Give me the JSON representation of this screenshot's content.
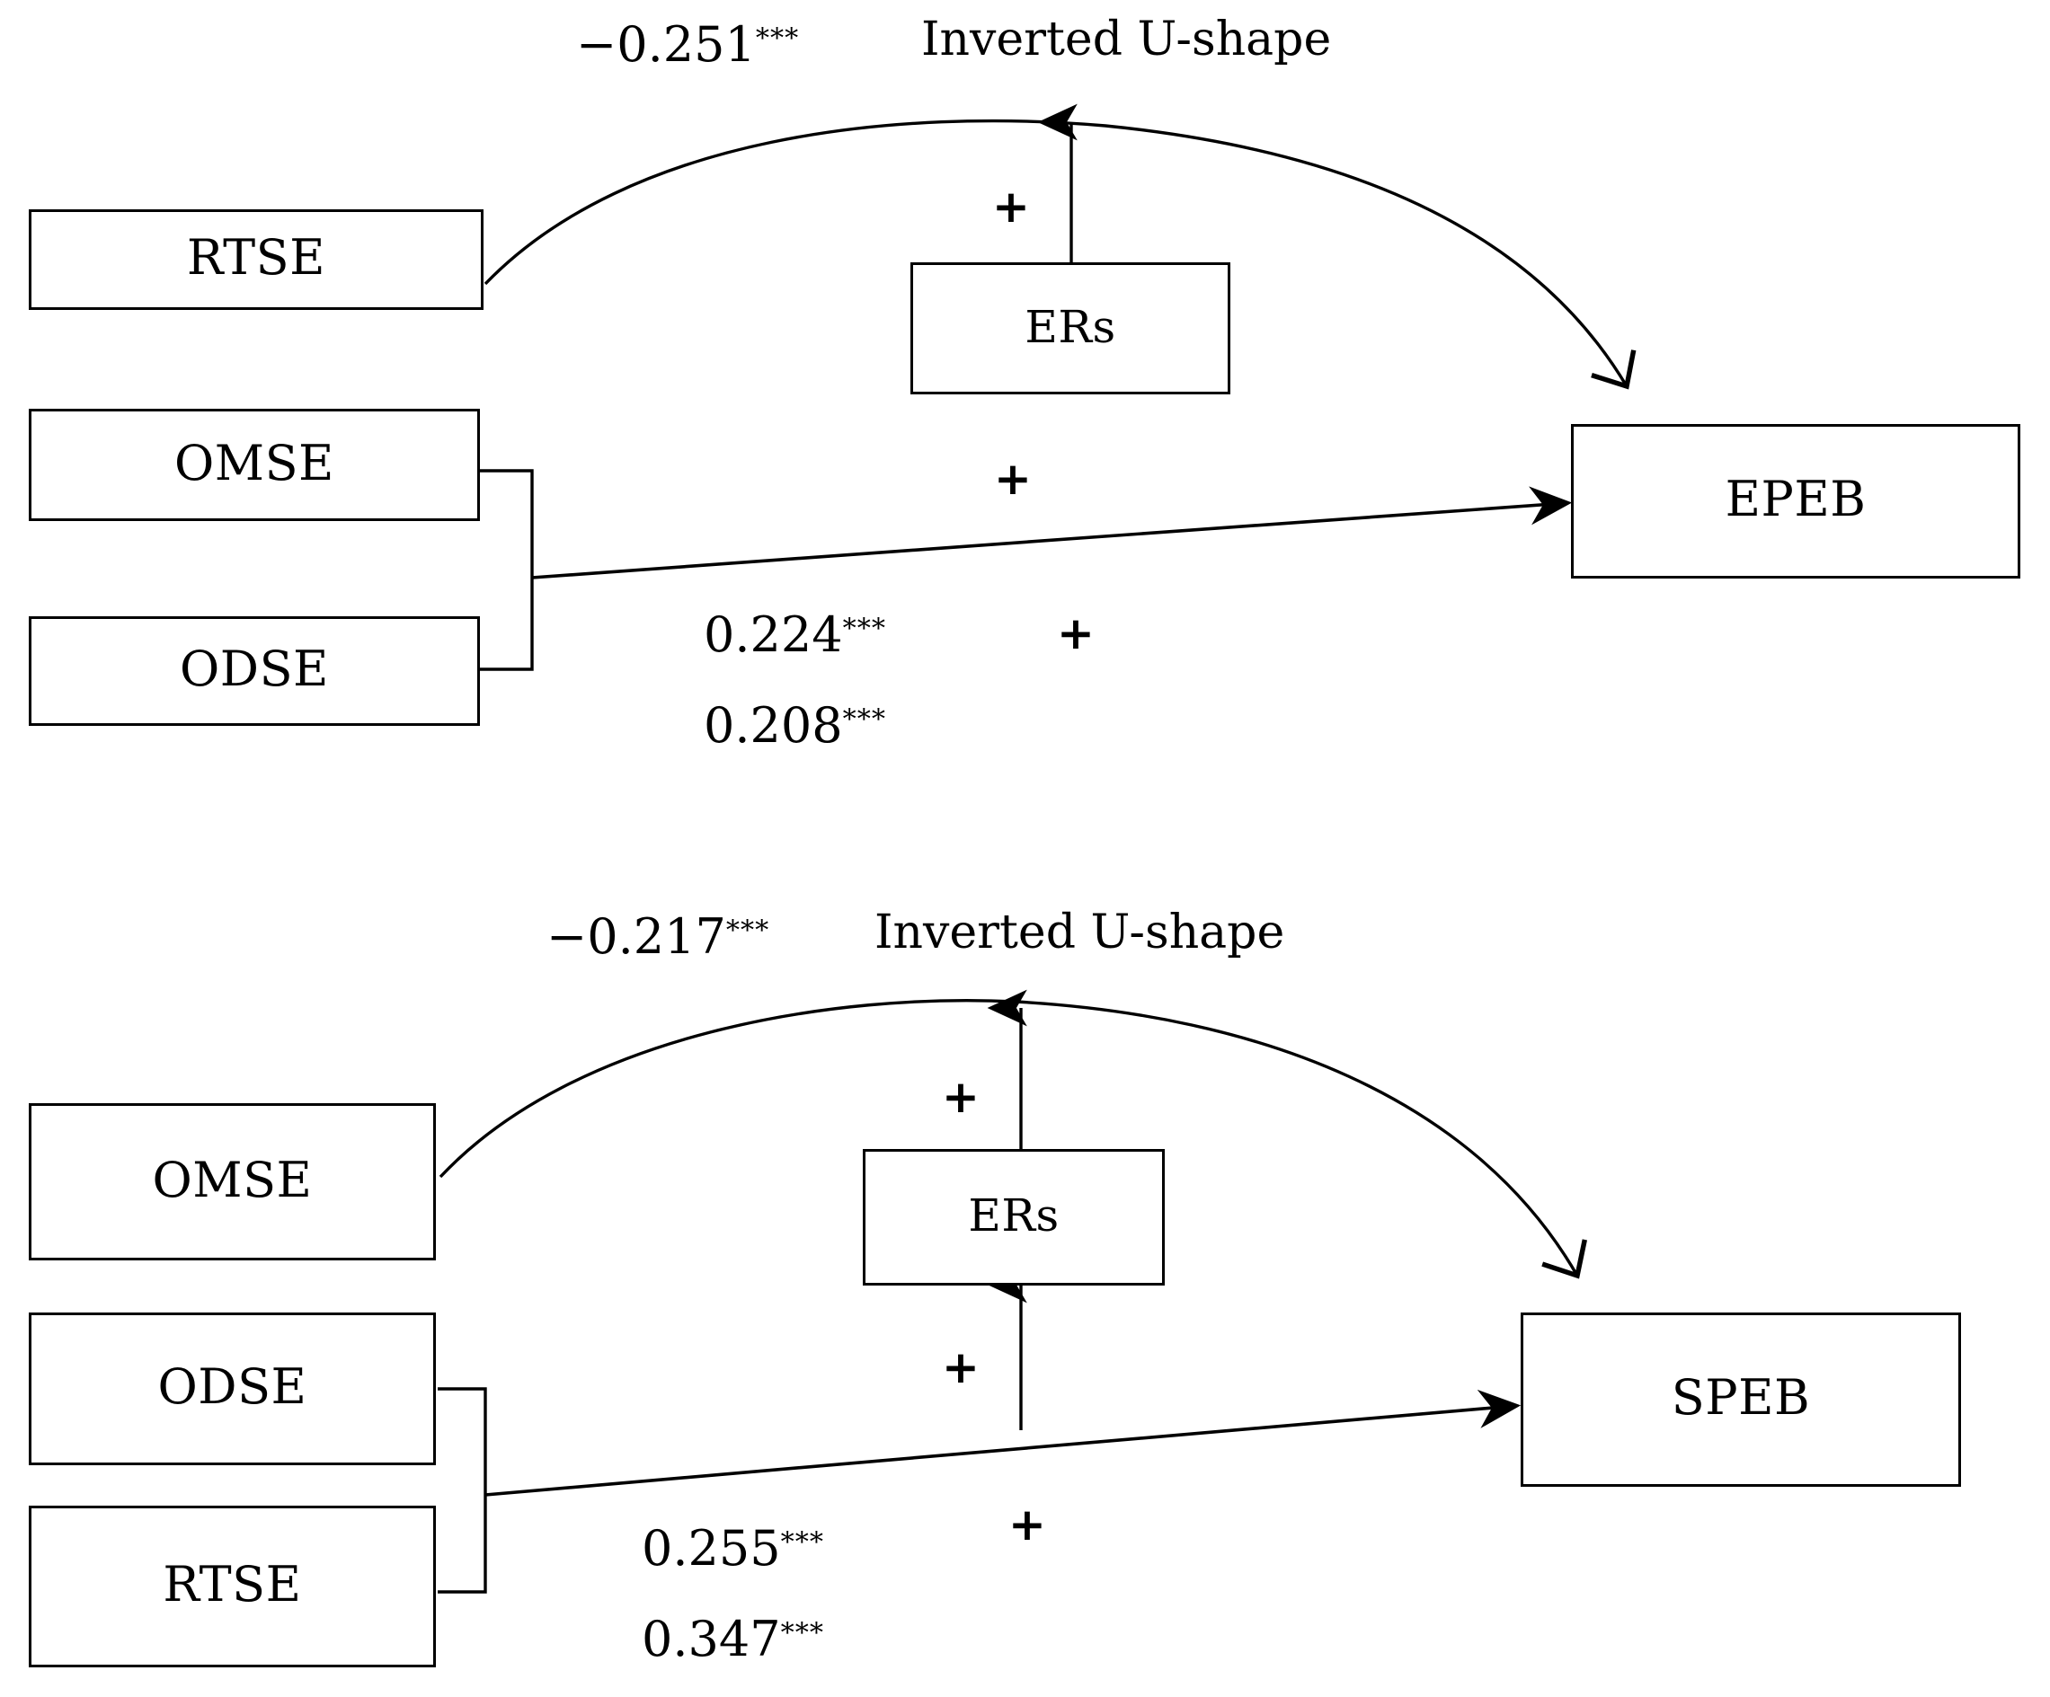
{
  "figure": {
    "type": "path-diagram",
    "panel_count": 2
  },
  "panels": [
    {
      "id": "panel-epeb",
      "nodes": [
        {
          "name": "rtse",
          "label": "RTSE"
        },
        {
          "name": "omse",
          "label": "OMSE"
        },
        {
          "name": "odse",
          "label": "ODSE"
        },
        {
          "name": "ers",
          "label": "ERs"
        },
        {
          "name": "epeb",
          "label": "EPEB"
        }
      ],
      "curve_label": "Inverted U-shape",
      "curve_coefficient": "−0.251",
      "curve_stars": "***",
      "moderation_sign_top": "+",
      "direct_sign": "+",
      "direct_sign_lower": "+",
      "direct_coefficients": [
        {
          "value": "0.224",
          "stars": "***"
        },
        {
          "value": "0.208",
          "stars": "***"
        }
      ]
    },
    {
      "id": "panel-speb",
      "nodes": [
        {
          "name": "omse",
          "label": "OMSE"
        },
        {
          "name": "odse",
          "label": "ODSE"
        },
        {
          "name": "rtse",
          "label": "RTSE"
        },
        {
          "name": "ers",
          "label": "ERs"
        },
        {
          "name": "speb",
          "label": "SPEB"
        }
      ],
      "curve_label": "Inverted U-shape",
      "curve_coefficient": "−0.217",
      "curve_stars": "***",
      "moderation_sign_top": "+",
      "moderation_sign_bottom": "+",
      "direct_sign": "+",
      "direct_coefficients": [
        {
          "value": "0.255",
          "stars": "***"
        },
        {
          "value": "0.347",
          "stars": "***"
        }
      ]
    }
  ],
  "style": {
    "stroke": "#000000",
    "background": "#ffffff"
  }
}
